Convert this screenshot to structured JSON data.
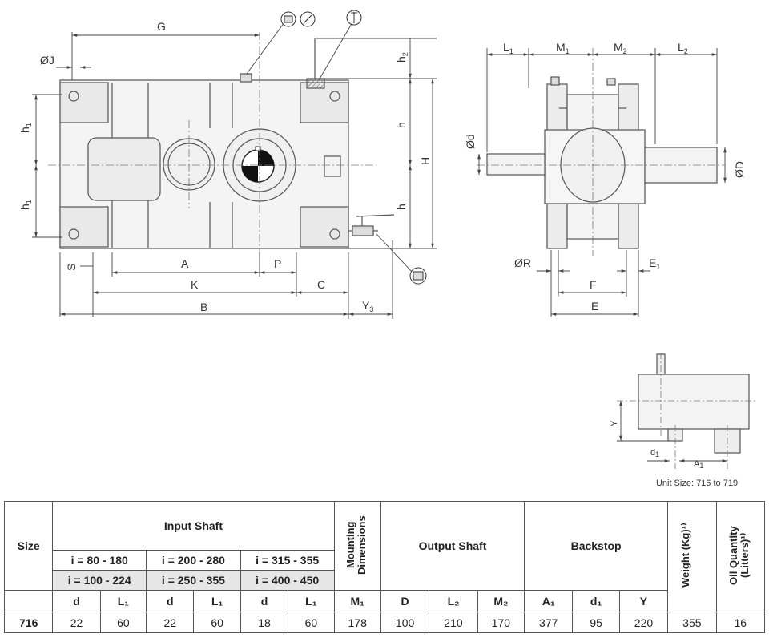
{
  "drawing_labels": {
    "G": "G",
    "J": "ØJ",
    "h1_top": "h",
    "h1_bottom": "h",
    "h_top": "h",
    "h_bottom": "h",
    "h2": "h",
    "H": "H",
    "S": "S",
    "A": "A",
    "P": "P",
    "K": "K",
    "C": "C",
    "B": "B",
    "Y3": "Y",
    "L1": "L",
    "M1": "M",
    "M2": "M",
    "L2": "L",
    "d": "Ød",
    "D": "ØD",
    "R": "ØR",
    "E1": "E",
    "F": "F",
    "E": "E",
    "Y": "Y",
    "d1": "d",
    "A1": "A",
    "sub_1": "1",
    "sub_2": "2",
    "sub_3": "3"
  },
  "note": "Unit Size: 716 to 719",
  "table": {
    "size_header": "Size",
    "input_shaft_header": "Input Shaft",
    "ratio_row1": [
      "i = 80 - 180",
      "i = 200 - 280",
      "i = 315 - 355"
    ],
    "ratio_row2": [
      "i = 100 - 224",
      "i = 250 - 355",
      "i = 400 - 450"
    ],
    "mounting_header": "Mounting Dimensions",
    "output_header": "Output Shaft",
    "backstop_header": "Backstop",
    "weight_header": "Weight (Kg)¹⁾",
    "oil_header": "Oil Quantity (Litters)¹⁾",
    "sub_headers": [
      "d",
      "L₁",
      "d",
      "L₁",
      "d",
      "L₁",
      "M₁",
      "D",
      "L₂",
      "M₂",
      "A₁",
      "d₁",
      "Y"
    ],
    "row": {
      "size": "716",
      "values": [
        "22",
        "60",
        "22",
        "60",
        "18",
        "60",
        "178",
        "100",
        "210",
        "170",
        "377",
        "95",
        "220",
        "355",
        "16"
      ]
    }
  }
}
